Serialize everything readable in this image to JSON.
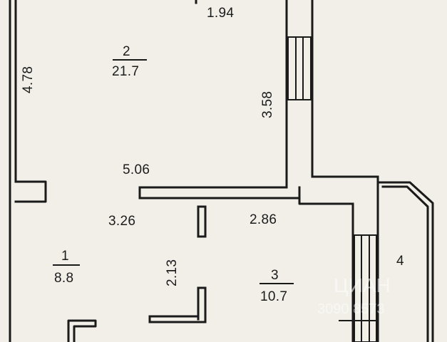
{
  "colors": {
    "background": "#f1efe8",
    "wall": "#1a1a1a",
    "text": "#1c1c1c",
    "watermark": "#ffffff"
  },
  "rooms": [
    {
      "number": "2",
      "area": "21.7"
    },
    {
      "number": "1",
      "area": "8.8"
    },
    {
      "number": "3",
      "area": "10.7"
    },
    {
      "number": "4",
      "area": ""
    }
  ],
  "dimensions": {
    "top_width": "1.94",
    "left_height": "4.78",
    "room2_right": "3.58",
    "middle_width": "5.06",
    "room1_width": "3.26",
    "room3_width": "2.86",
    "corridor_height": "2.13"
  },
  "watermark": {
    "brand": "ЦИАН",
    "code": "3090 8573"
  }
}
